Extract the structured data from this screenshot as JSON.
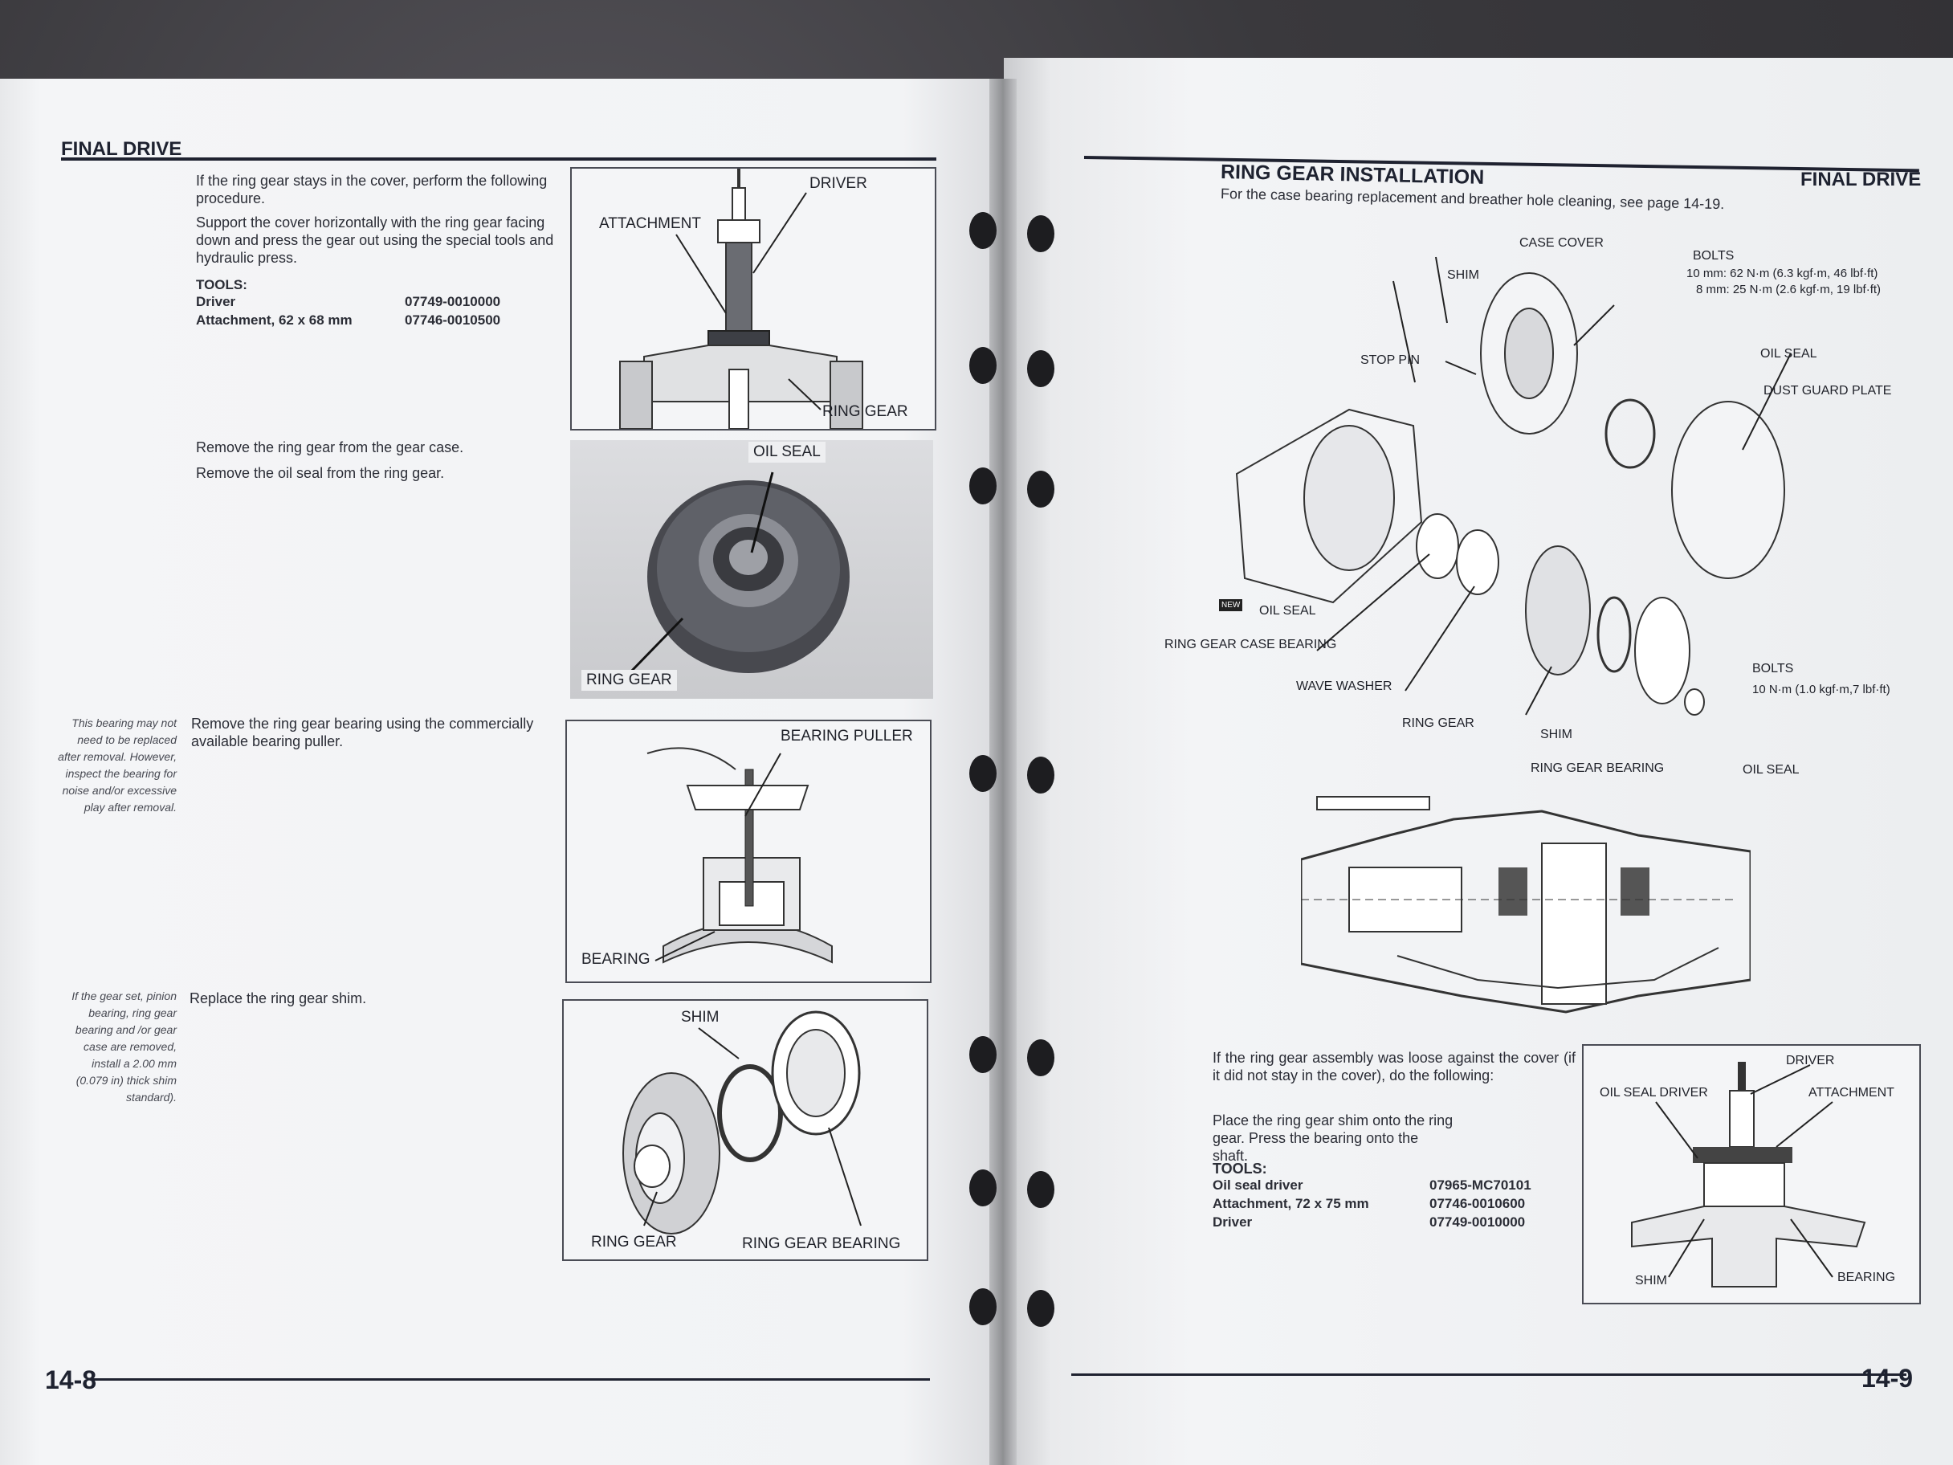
{
  "left_page": {
    "header": "FINAL DRIVE",
    "page_number": "14-8",
    "sections": {
      "press": {
        "para1": "If the ring gear stays in the cover, perform the following procedure.",
        "para2": "Support the cover horizontally with the ring gear facing down and press the gear out using the special tools and hydraulic press.",
        "tools_heading": "TOOLS:",
        "tools": [
          {
            "name": "Driver",
            "number": "07749-0010000"
          },
          {
            "name": "Attachment, 62 x 68 mm",
            "number": "07746-0010500"
          }
        ],
        "figure_labels": {
          "driver": "DRIVER",
          "attachment": "ATTACHMENT",
          "ring_gear": "RING GEAR"
        }
      },
      "remove": {
        "line1": "Remove the ring gear from the gear case.",
        "line2": "Remove the oil seal from the ring gear.",
        "figure_labels": {
          "oil_seal": "OIL SEAL",
          "ring_gear": "RING GEAR"
        }
      },
      "bearing": {
        "side_note": "This bearing may not need to be replaced after removal. However, inspect the bearing for noise and/or excessive play after removal.",
        "text": "Remove the ring gear bearing using the commercially available bearing puller.",
        "figure_labels": {
          "puller": "BEARING PULLER",
          "bearing": "BEARING"
        }
      },
      "shim": {
        "side_note": "If the gear set, pinion bearing, ring gear bearing and /or gear case are removed, install a 2.00 mm (0.079 in) thick shim standard).",
        "text": "Replace the ring gear shim.",
        "figure_labels": {
          "shim": "SHIM",
          "ring_gear": "RING GEAR",
          "ring_gear_bearing": "RING GEAR BEARING"
        }
      }
    }
  },
  "right_page": {
    "header": "FINAL DRIVE",
    "page_number": "14-9",
    "title": "RING GEAR INSTALLATION",
    "intro": "For the case bearing replacement and breather hole cleaning, see page 14-19.",
    "exploded_labels": {
      "case_cover": "CASE COVER",
      "shim_top": "SHIM",
      "bolts_top": "BOLTS",
      "bolts_top_spec1": "10 mm: 62 N·m (6.3 kgf·m, 46 lbf·ft)",
      "bolts_top_spec2": "8 mm: 25 N·m (2.6 kgf·m, 19 lbf·ft)",
      "stop_pin": "STOP PIN",
      "oil_seal_top": "OIL SEAL",
      "dust_guard": "DUST GUARD PLATE",
      "oil_seal_left": "OIL SEAL",
      "case_bearing": "RING GEAR CASE BEARING",
      "wave_washer": "WAVE WASHER",
      "ring_gear": "RING GEAR",
      "shim_bottom": "SHIM",
      "ring_gear_bearing": "RING GEAR BEARING",
      "oil_seal_bottom": "OIL SEAL",
      "bolts_bottom": "BOLTS",
      "bolts_bottom_spec": "10 N·m (1.0 kgf·m,7 lbf·ft)",
      "new_badge": "NEW"
    },
    "loose": {
      "para": "If the ring gear assembly was loose against the cover (if it did not stay in the cover), do the following:",
      "steps": "Place the ring gear shim onto the ring gear. Press the bearing onto the shaft.",
      "tools_heading": "TOOLS:",
      "tools": [
        {
          "name": "Oil seal driver",
          "number": "07965-MC70101"
        },
        {
          "name": "Attachment, 72 x 75 mm",
          "number": "07746-0010600"
        },
        {
          "name": "Driver",
          "number": "07749-0010000"
        }
      ],
      "figure_labels": {
        "driver": "DRIVER",
        "oil_seal_driver": "OIL SEAL DRIVER",
        "attachment": "ATTACHMENT",
        "shim": "SHIM",
        "bearing": "BEARING"
      }
    }
  }
}
